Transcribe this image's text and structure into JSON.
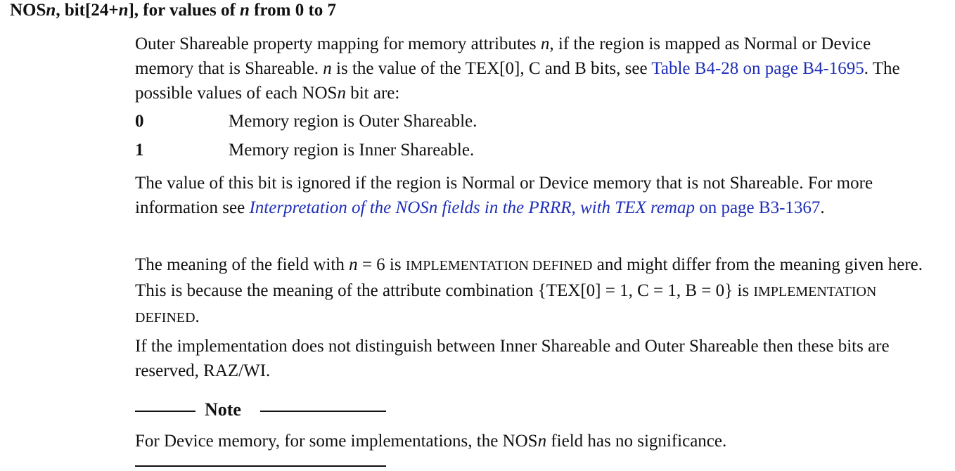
{
  "heading": {
    "t1": "NOS",
    "t2": "n",
    "t3": ", bit[24+",
    "t4": "n",
    "t5": "], for values of ",
    "t6": "n",
    "t7": " from 0 to 7"
  },
  "para1": {
    "s1": "Outer Shareable property mapping for memory attributes ",
    "s2": "n",
    "s3": ", if the region is mapped as Normal or Device memory that is Shareable. ",
    "s4": "n",
    "s5": " is the value of the TEX[0], C and B bits, see ",
    "link": "Table B4-28 on page B4-1695",
    "s6": ". The possible values of each NOS",
    "s7": "n",
    "s8": " bit are:"
  },
  "values": [
    {
      "key": "0",
      "desc": "Memory region is Outer Shareable."
    },
    {
      "key": "1",
      "desc": "Memory region is Inner Shareable."
    }
  ],
  "para2": {
    "s1": "The value of this bit is ignored if the region is Normal or Device memory that is not Shareable. For more information see ",
    "link_italic": "Interpretation of the NOSn fields in the PRRR, with TEX remap",
    "link_rest": " on page B3-1367",
    "s2": "."
  },
  "para3": {
    "s1": "The meaning of the field with ",
    "s2": "n",
    "s3": " = 6 is ",
    "sc1": "IMPLEMENTATION DEFINED",
    "s4": " and might differ from the meaning given here. This is because the meaning of the attribute combination {TEX[0] = 1, C = 1, B = 0} is ",
    "sc2": "IMPLEMENTATION DEFINED",
    "s5": "."
  },
  "para4": {
    "s1": "If the implementation does not distinguish between Inner Shareable and Outer Shareable then these bits are reserved, RAZ/WI."
  },
  "note": {
    "title": "Note",
    "s1": "For Device memory, for some implementations, the NOS",
    "s2": "n",
    "s3": " field has no significance."
  }
}
